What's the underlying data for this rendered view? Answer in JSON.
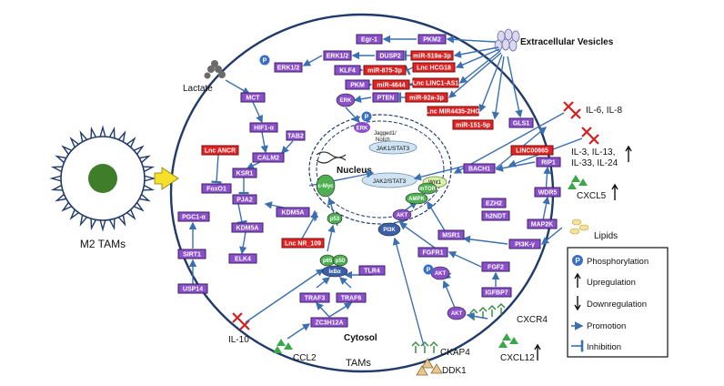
{
  "labels": {
    "ev": "Extracellular Vesicles",
    "lactate": "Lactate",
    "il6": "IL-6, IL-8",
    "il3": "IL-3, IL-13,",
    "il33": "IL-33, IL-24",
    "cxcl5": "CXCL5",
    "lipids": "Lipids",
    "cxcr4": "CXCR4",
    "cxcl12": "CXCL12",
    "ckap4": "CKAP4",
    "ddk1": "DDK1",
    "ccl2": "CCL2",
    "il10": "IL-10",
    "tams": "TAMs",
    "cytosol": "Cytosol",
    "nucleus": "Nucleus",
    "m2": "M2 TAMs"
  },
  "nuclear": {
    "jagged": "Jagged1/",
    "notch": "Notch",
    "jak1": "JAK1/STAT3",
    "jak2": "JAK2/STAT3",
    "wnt": "Wnt1",
    "erk_n": "ERK",
    "p": "P"
  },
  "boxes": {
    "egr1": "Egr-1",
    "pkm2": "PKM2",
    "erk12a": "ERK1/2",
    "dusp2": "DUSP2",
    "erk12b": "ERK1/2",
    "klf4": "KLF4",
    "pkm": "PKM",
    "pten": "PTEN",
    "mct": "MCT",
    "hif1a": "HIF1-α",
    "tab2": "TAB2",
    "calm2": "CALM2",
    "ksr1": "KSR1",
    "pja2": "PJA2",
    "kdm5a_a": "KDM5A",
    "kdm5a_b": "KDM5A",
    "elk4": "ELK4",
    "pgc1a": "PGC1-α",
    "sirt1": "SIRT1",
    "usp14": "USP14",
    "foxo1": "FoxO1",
    "cmyc": "c-Myc",
    "bach1": "BACH1",
    "rip1": "RIP1",
    "wdr5": "WDR5",
    "map2k": "MAP2K",
    "ezh2": "EZH2",
    "h2ndt": "h2NDT",
    "pi3kg": "PI3K-γ",
    "msr1": "MSR1",
    "fgfr1": "FGFR1",
    "fgf2": "FGF2",
    "igfbp7": "IGFBP7",
    "gls1": "GLS1",
    "tlr4": "TLR4",
    "traf3": "TRAF3",
    "traf6": "TRAF6",
    "zc3h12a": "ZC3H12A"
  },
  "red_boxes": {
    "mir519": "miR-519a-3p",
    "hcg18": "Lnc HCG18",
    "mir875": "miR-875-3p",
    "linc1": "Lnc LINC1-AS1",
    "mir4644": "miR-4644",
    "mir92": "miR-92a-3p",
    "mir4435": "Lnc MIR4435-2HG",
    "mir151": "miR-151-5p",
    "anc": "Lnc ANCR",
    "nr109": "Lnc NR_109",
    "linc00665": "LINC00665"
  },
  "ellipses": {
    "erk": "ERK",
    "mtor": "mTOR",
    "ampk": "AMPK",
    "akt": "AKT",
    "pi3k": "PI3K",
    "akt_b": "AKT",
    "akt_c": "AKT",
    "p53": "p53",
    "p65": "p65",
    "p50": "p50",
    "ikba": "IκBα"
  },
  "legend": {
    "phos": "Phosphorylation",
    "up": "Upregulation",
    "down": "Downregulation",
    "prom": "Promotion",
    "inh": "Inhibition",
    "p": "P"
  },
  "colors": {
    "purple": "#8a4fc9",
    "red": "#e02424",
    "arrow": "#3a6fb0",
    "m2_core": "#3e7d2a",
    "cell_border": "#1f3a6b"
  }
}
